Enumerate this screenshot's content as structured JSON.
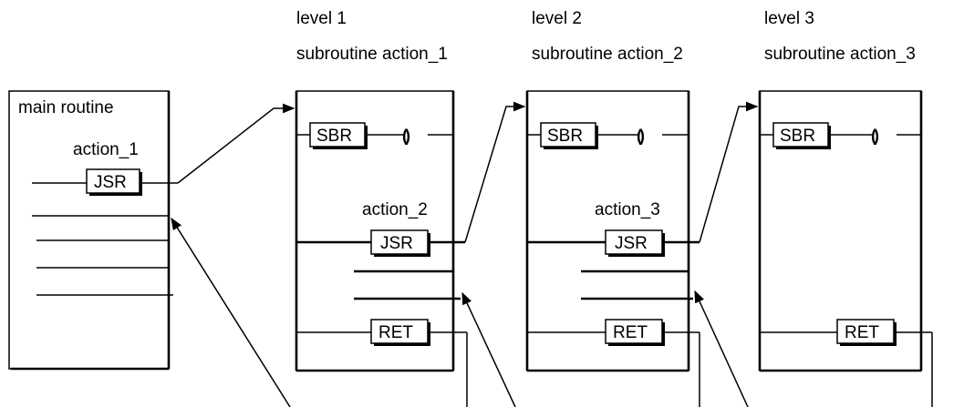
{
  "main": {
    "title": "main routine",
    "call_label": "action_1",
    "jsr_label": "JSR"
  },
  "levels": [
    {
      "level_label": "level 1",
      "sub_label": "subroutine action_1",
      "sbr_label": "SBR",
      "call_label": "action_2",
      "jsr_label": "JSR",
      "ret_label": "RET"
    },
    {
      "level_label": "level 2",
      "sub_label": "subroutine action_2",
      "sbr_label": "SBR",
      "call_label": "action_3",
      "jsr_label": "JSR",
      "ret_label": "RET"
    },
    {
      "level_label": "level 3",
      "sub_label": "subroutine action_3",
      "sbr_label": "SBR",
      "ret_label": "RET"
    }
  ],
  "coil_glyph": "( )"
}
